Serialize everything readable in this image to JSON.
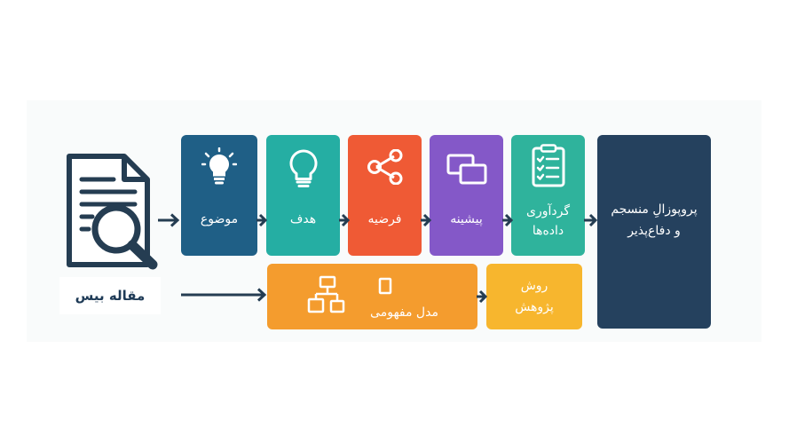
{
  "source_label": "مقاله بیس",
  "steps": [
    {
      "label": "موضوع",
      "color": "#1f5f86",
      "icon": "lightbulb-icon"
    },
    {
      "label": "هدف",
      "color": "#25aea3",
      "icon": "bulb-outline-icon"
    },
    {
      "label": "فرضیه",
      "color": "#ef5a35",
      "icon": "share-icon"
    },
    {
      "label": "پیشینه",
      "color": "#8458c8",
      "icon": "windows-icon"
    },
    {
      "label": "گردآوری داده‌ها",
      "color": "#2fb39c",
      "icon": "clipboard-checklist-icon"
    }
  ],
  "result": {
    "label": "پروپوزالِ منسجم و دفاع‌پذیر",
    "color": "#25415e"
  },
  "bottom": [
    {
      "label": "مدل مفهومی",
      "color": "#f49c2e",
      "icon": "flowchart-icon"
    },
    {
      "label": "روش پژوهش",
      "color": "#f7b62e"
    }
  ],
  "arrow_color": "#253d52"
}
